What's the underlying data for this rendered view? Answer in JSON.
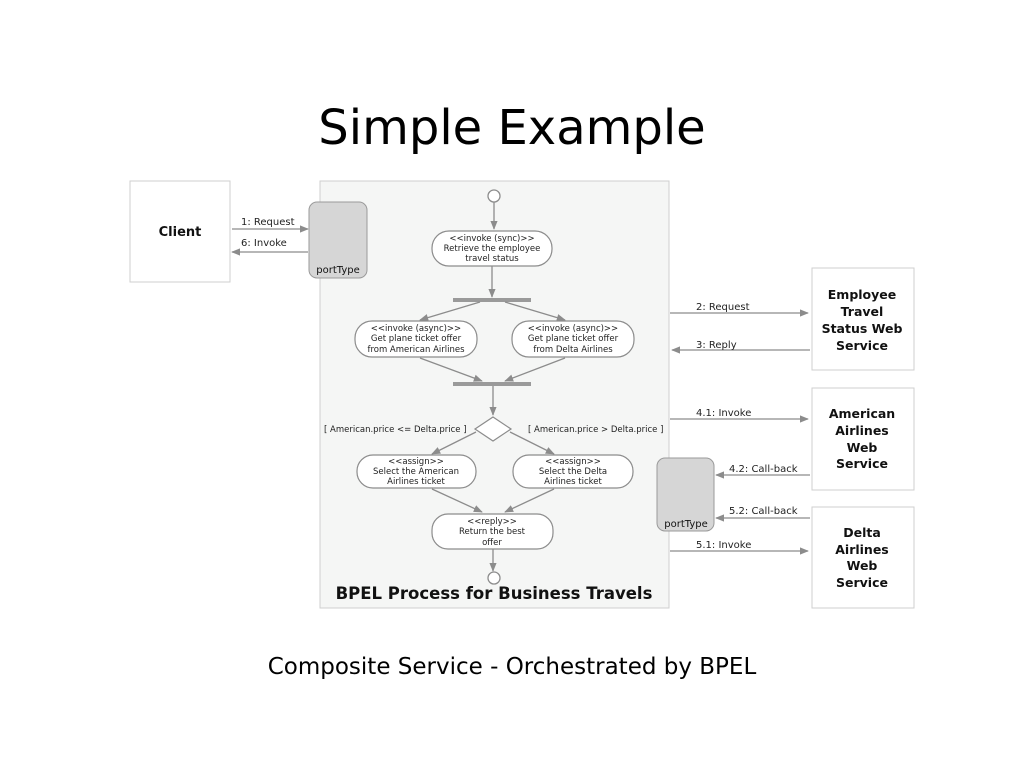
{
  "slide": {
    "title": "Simple Example",
    "subtitle": "Composite Service - Orchestrated by BPEL"
  },
  "diagram": {
    "client": "Client",
    "port_left": "portType",
    "port_right": "portType",
    "process_title": "BPEL Process for Business Travels",
    "msg_request": "1: Request",
    "msg_invoke": "6: Invoke",
    "act_retrieve": [
      "<<invoke (sync)>>",
      "Retrieve the employee",
      "travel status"
    ],
    "act_american": [
      "<<invoke (async)>>",
      "Get plane ticket offer",
      "from American Airlines"
    ],
    "act_delta": [
      "<<invoke (async)>>",
      "Get plane ticket offer",
      "from Delta Airlines"
    ],
    "guard_left": "[ American.price <= Delta.price ]",
    "guard_right": "[ American.price > Delta.price ]",
    "assign_american": [
      "<<assign>>",
      "Select the American",
      "Airlines ticket"
    ],
    "assign_delta": [
      "<<assign>>",
      "Select the Delta",
      "Airlines ticket"
    ],
    "reply": [
      "<<reply>>",
      "Return the best",
      "offer"
    ],
    "svc_employee": [
      "Employee",
      "Travel",
      "Status Web",
      "Service"
    ],
    "svc_american": [
      "American",
      "Airlines",
      "Web",
      "Service"
    ],
    "svc_delta": [
      "Delta",
      "Airlines",
      "Web",
      "Service"
    ],
    "msg_2": "2: Request",
    "msg_3": "3: Reply",
    "msg_41": "4.1: Invoke",
    "msg_42": "4.2: Call-back",
    "msg_52": "5.2: Call-back",
    "msg_51": "5.1: Invoke"
  }
}
